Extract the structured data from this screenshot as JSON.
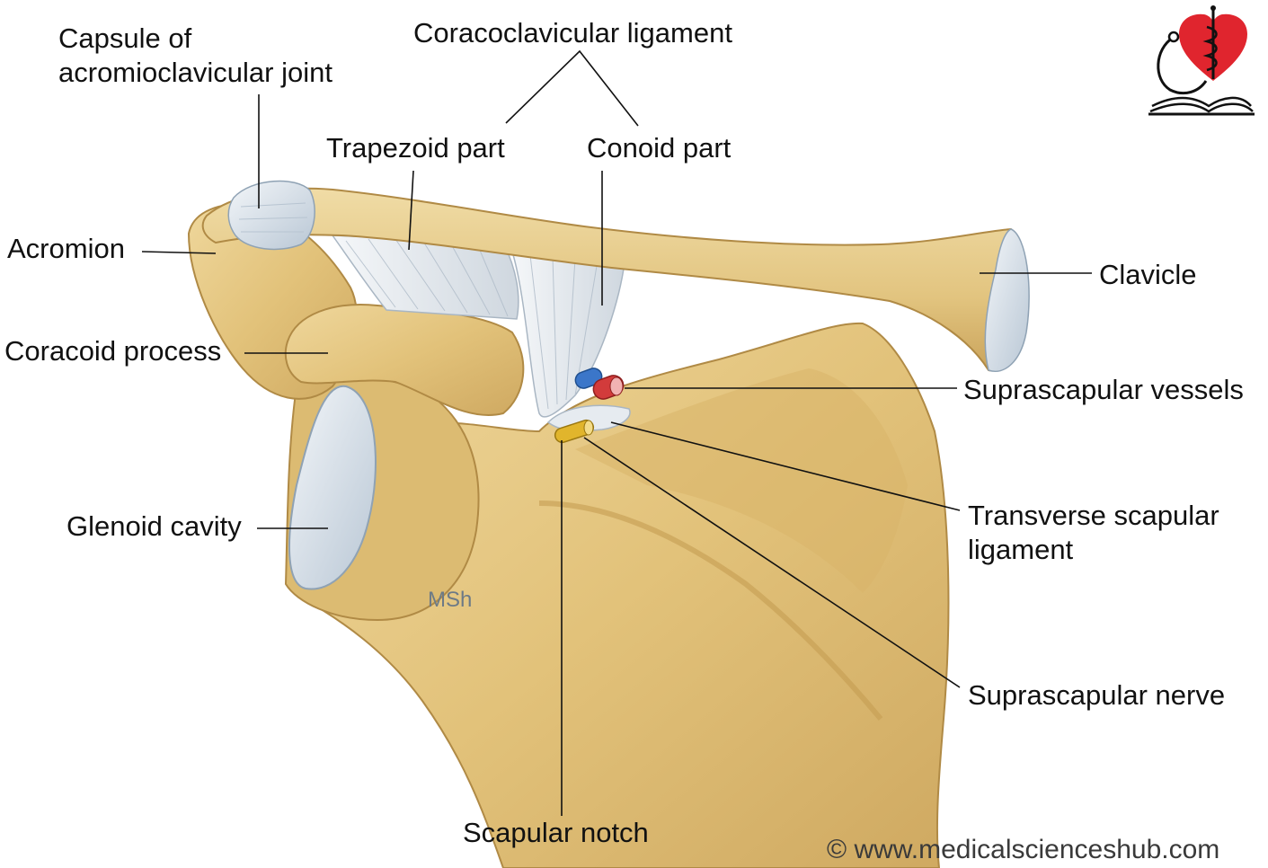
{
  "labels": {
    "capsule_line1": "Capsule of",
    "capsule_line2": "acromioclavicular joint",
    "coracoclavicular_ligament": "Coracoclavicular ligament",
    "trapezoid_part": "Trapezoid part",
    "conoid_part": "Conoid part",
    "acromion": "Acromion",
    "clavicle": "Clavicle",
    "coracoid_process": "Coracoid process",
    "suprascapular_vessels": "Suprascapular vessels",
    "transverse_line1": "Transverse scapular",
    "transverse_line2": "ligament",
    "glenoid_cavity": "Glenoid cavity",
    "suprascapular_nerve": "Suprascapular nerve",
    "scapular_notch": "Scapular notch"
  },
  "watermark": "MSh",
  "copyright": "© www.medicalscienceshub.com",
  "logo": {
    "icon": "heart-caduceus-book-logo"
  },
  "colors": {
    "bone": "#e4c681",
    "bone_shadow": "#c9a55a",
    "bone_highlight": "#f1dca6",
    "cartilage": "#d4dfe9",
    "ligament": "#e8ecf1",
    "artery": "#d23b3b",
    "vein": "#3b76c9",
    "nerve": "#e1b52c",
    "logo_heart": "#e0252e",
    "text": "#111111",
    "watermark": "#6d7a86"
  }
}
